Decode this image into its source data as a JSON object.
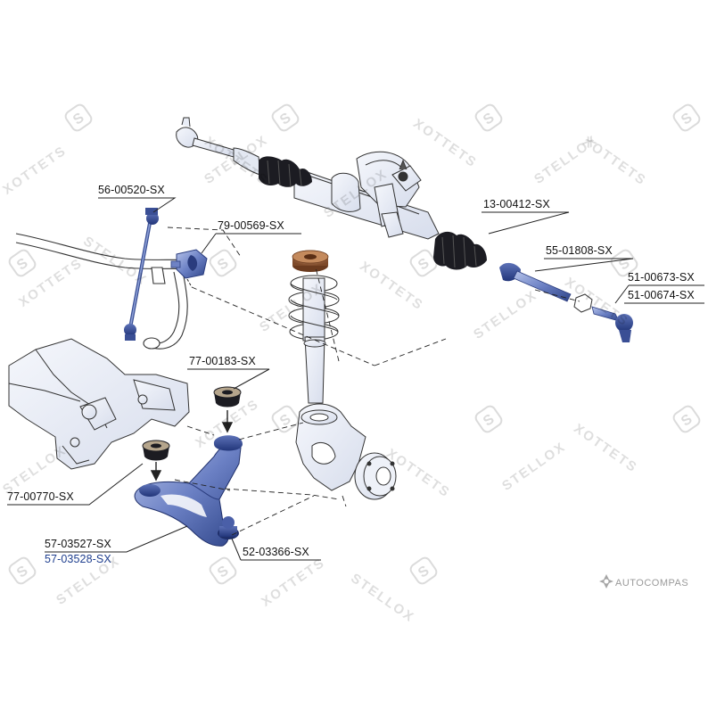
{
  "labels": {
    "p56_00520": "56-00520-SX",
    "p79_00569": "79-00569-SX",
    "p13_00412": "13-00412-SX",
    "p55_01808": "55-01808-SX",
    "p51_00673": "51-00673-SX",
    "p51_00674": "51-00674-SX",
    "p77_00183": "77-00183-SX",
    "p77_00770": "77-00770-SX",
    "p57_03527": "57-03527-SX",
    "p57_03528": "57-03528-SX",
    "p52_03366": "52-03366-SX"
  },
  "watermark": {
    "text_a": "STELLOX",
    "text_b": "XOTTETS"
  },
  "brand": {
    "name": "AUTOCOMPAS",
    "icon": "autocompas-logo-icon"
  },
  "colors": {
    "part_blue": "#4f64a8",
    "part_blue_light": "#9fb0dc",
    "highlight_label": "#1f3f8f",
    "line": "#222222"
  }
}
